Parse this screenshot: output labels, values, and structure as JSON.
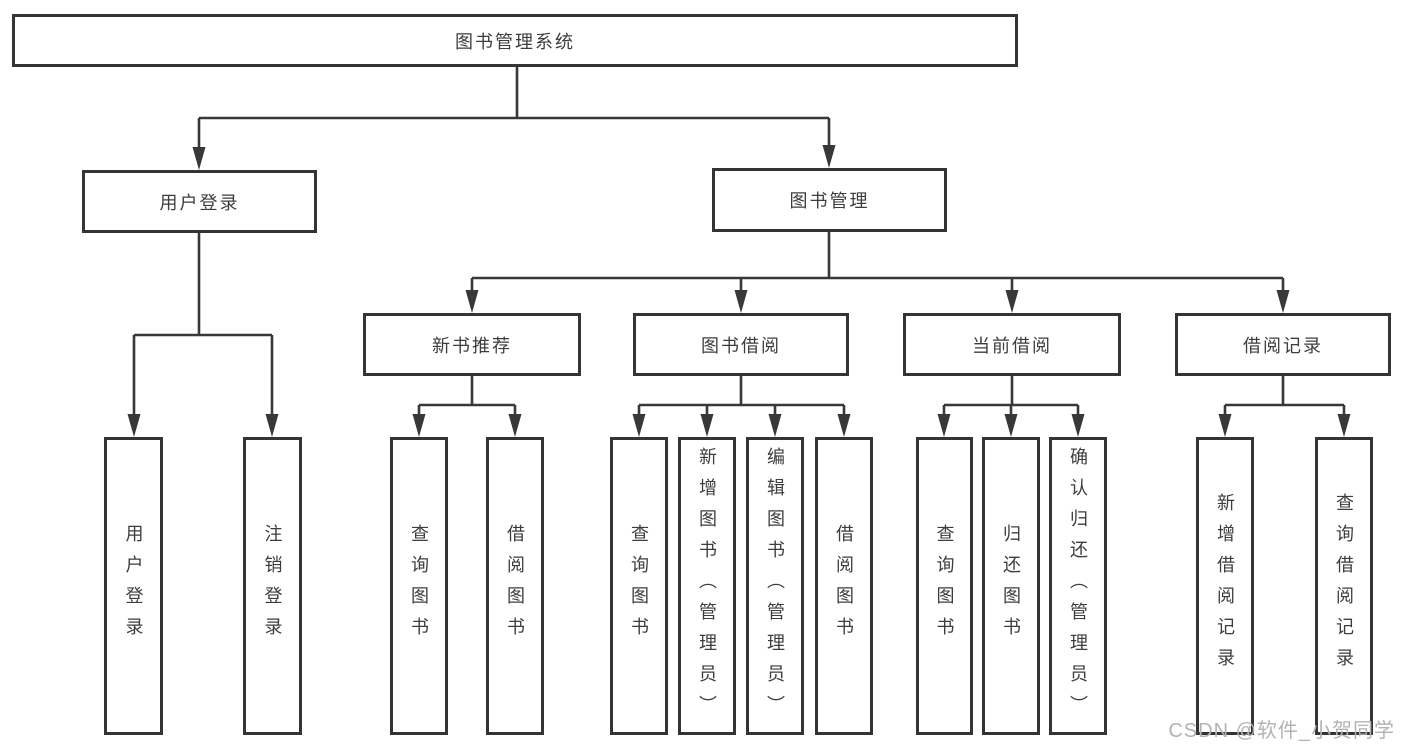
{
  "tree": {
    "root": {
      "label": "图书管理系统"
    },
    "level2": [
      {
        "label": "用户登录"
      },
      {
        "label": "图书管理"
      }
    ],
    "level3": [
      {
        "label": "新书推荐",
        "parent": "图书管理"
      },
      {
        "label": "图书借阅",
        "parent": "图书管理"
      },
      {
        "label": "当前借阅",
        "parent": "图书管理"
      },
      {
        "label": "借阅记录",
        "parent": "图书管理"
      }
    ],
    "leaves": [
      {
        "label": "用户登录",
        "parent": "用户登录"
      },
      {
        "label": "注销登录",
        "parent": "用户登录"
      },
      {
        "label": "查询图书",
        "parent": "新书推荐"
      },
      {
        "label": "借阅图书",
        "parent": "新书推荐"
      },
      {
        "label": "查询图书",
        "parent": "图书借阅"
      },
      {
        "label": "新增图书（管理员）",
        "parent": "图书借阅"
      },
      {
        "label": "编辑图书（管理员）",
        "parent": "图书借阅"
      },
      {
        "label": "借阅图书",
        "parent": "图书借阅"
      },
      {
        "label": "查询图书",
        "parent": "当前借阅"
      },
      {
        "label": "归还图书",
        "parent": "当前借阅"
      },
      {
        "label": "确认归还（管理员）",
        "parent": "当前借阅"
      },
      {
        "label": "新增借阅记录",
        "parent": "借阅记录"
      },
      {
        "label": "查询借阅记录",
        "parent": "借阅记录"
      }
    ]
  },
  "watermark": {
    "text": "CSDN @软件_小贺同学"
  },
  "colors": {
    "line": "#383838",
    "border": "#343434",
    "text": "#3d3d3d",
    "watermark": "#b3b3b3",
    "background": "#ffffff"
  }
}
